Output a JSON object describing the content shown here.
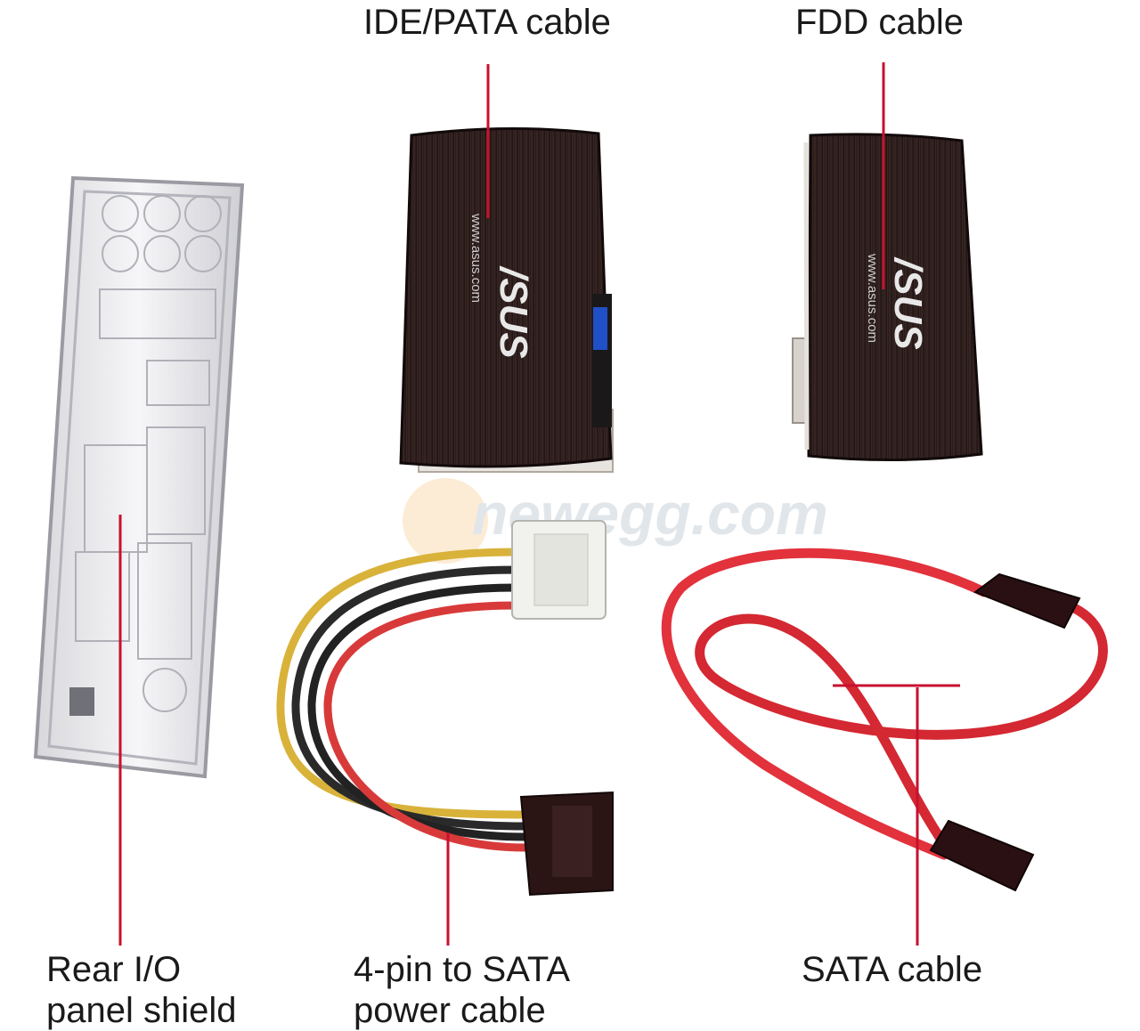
{
  "labels": {
    "ide": [
      "IDE/PATA cable"
    ],
    "fdd": [
      "FDD cable"
    ],
    "rear_io": [
      "Rear I/O",
      "panel shield"
    ],
    "power": [
      "4-pin to SATA",
      "power cable"
    ],
    "sata": [
      "SATA cable"
    ]
  },
  "branding": {
    "cable_logo": "/SUS",
    "cable_url": "www.asus.com",
    "watermark": "newegg.com"
  },
  "colors": {
    "leader_line": "#c8102e",
    "ribbon": "#2a1a18",
    "sata_red": "#e0303a",
    "background": "#ffffff"
  }
}
